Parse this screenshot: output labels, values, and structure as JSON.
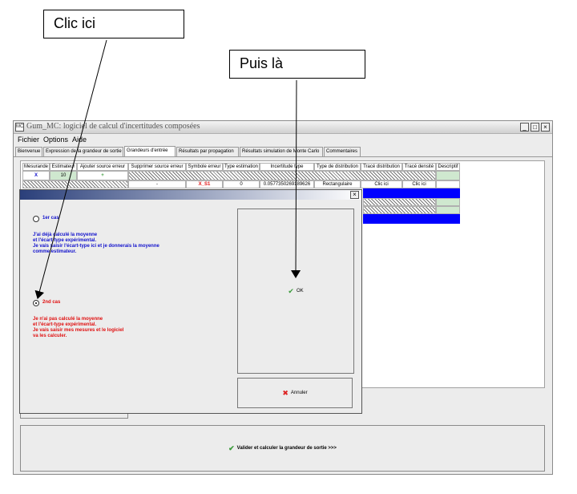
{
  "annotations": {
    "callout1": "Clic ici",
    "callout2": "Puis là"
  },
  "window": {
    "title": "Gum_MC: logiciel de calcul d'incertitudes composées",
    "icon_text": "MC",
    "min_label": "_",
    "max_label": "□",
    "close_label": "×"
  },
  "menu": {
    "items": [
      "Fichier",
      "Options",
      "Aide"
    ]
  },
  "tabs": [
    "Bienvenue",
    "Expression de la grandeur de sortie",
    "Grandeurs d'entrée",
    "Résultats par propagation",
    "Résultats simulation de Monte Carlo",
    "Commentaires"
  ],
  "grid": {
    "headers": [
      "Mesurande",
      "Estimateur",
      "Ajouter source erreur",
      "Supprimer source erreur",
      "Symbole erreur",
      "Type estimation",
      "Incertitude type",
      "Type de distribution",
      "Tracé distribution",
      "Tracé densité",
      "Descriptif"
    ],
    "row1": {
      "mesurande": "X",
      "estimateur": "10",
      "ajouter": "+"
    },
    "row2": {
      "supprimer": "-",
      "symbole": "X_S1",
      "type_estimation": "0",
      "incertitude": "0.0577350269189626",
      "distribution": "Rectangulaire",
      "trace_distribution": "Clic ici",
      "trace_densite": "Clic ici"
    }
  },
  "dialog": {
    "close_label": "×",
    "option1": {
      "label": "1er cas",
      "text": "J'ai déjà calculé la moyenne\net l'écart-type expérimental.\nJe vais saisir l'écart-type ici et je donnerais la moyenne\ncomme estimateur."
    },
    "option2": {
      "label": "2nd cas",
      "text": "Je n'ai pas calculé la moyenne\net l'écart-type expérimental.\nJe vais saisir mes mesures et le logiciel\nva les calculer."
    },
    "ok_label": "OK",
    "cancel_label": "Annuler"
  },
  "validate_label": "Valider et calculer la grandeur de sortie >>>",
  "colors": {
    "blue_text": "#1111cc",
    "red_text": "#e01010",
    "highlight_blue": "#0000ff",
    "check_green": "#3a9a3a"
  }
}
